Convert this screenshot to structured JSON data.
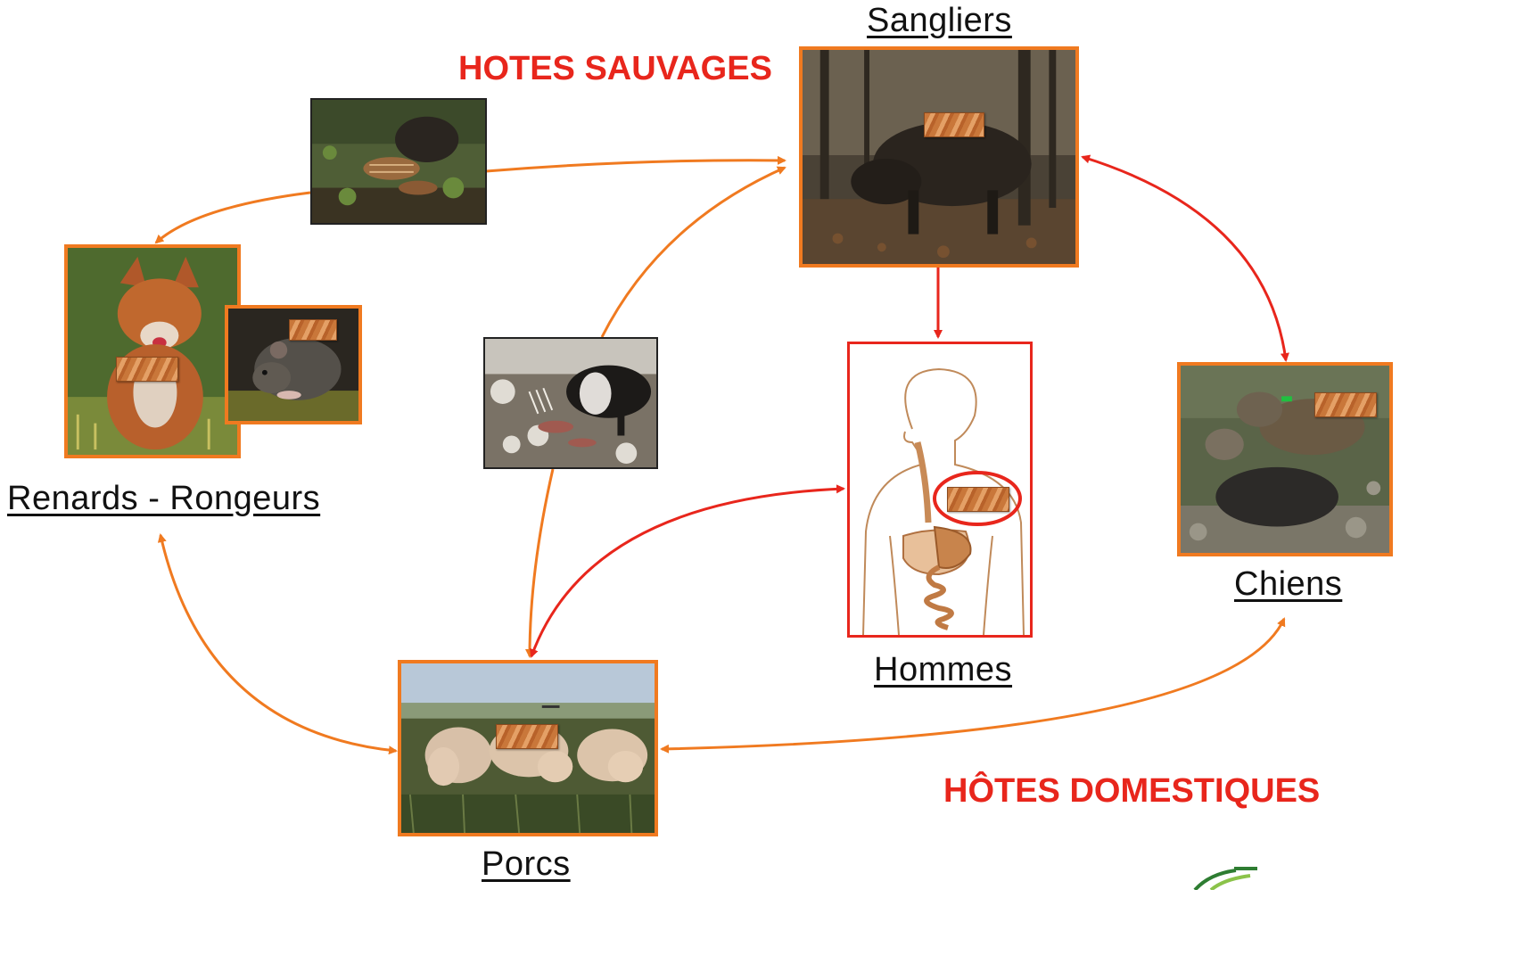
{
  "headings": {
    "wild_hosts": "HOTES SAUVAGES",
    "domestic_hosts": "HÔTES DOMESTIQUES"
  },
  "labels": {
    "sangliers": "Sangliers",
    "renards_rongeurs": "Renards - Rongeurs",
    "porcs": "Porcs",
    "hommes": "Hommes",
    "chiens": "Chiens"
  },
  "colors": {
    "orange_arrow": "#f07a20",
    "red_arrow": "#e8261c",
    "heading_red": "#e8261c"
  },
  "icons": [
    "boar-photo",
    "fox-photo",
    "rat-photo",
    "piglets-photo",
    "pig-carcass-photo",
    "pigs-photo",
    "dogs-photo",
    "human-digestive-system-illustration",
    "larva-icon",
    "logo-icon"
  ]
}
